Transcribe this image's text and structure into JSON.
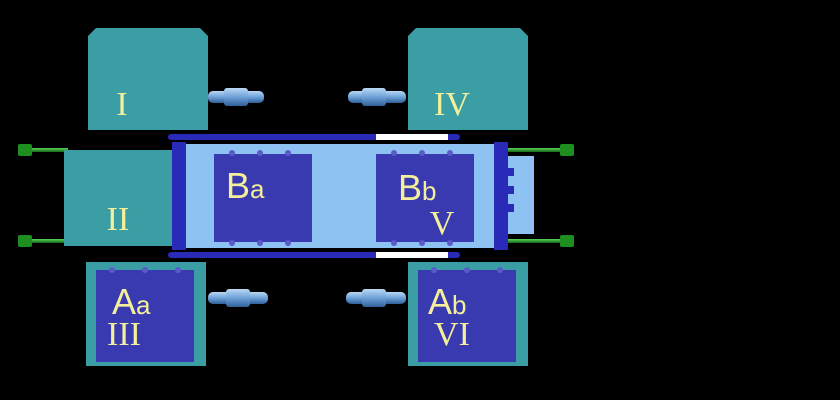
{
  "colors": {
    "background": "#000000",
    "station_teal": "#3a9ea4",
    "station_dark_teal": "#2c8a90",
    "label_yellow": "#f4ef9a",
    "module_blue": "#3a3ab0",
    "carriage_light_blue": "#8ec2f2",
    "frame_dark_blue": "#2a2ab8",
    "rail_green": "#22a022",
    "pin_light_blue": "#7aaee0",
    "white_bar": "#ffffff"
  },
  "stations": {
    "s1": {
      "label": "I"
    },
    "s2": {
      "label": "II"
    },
    "s3": {
      "label": "III"
    },
    "s4": {
      "label": "IV"
    },
    "s5": {
      "label": "V"
    },
    "s6": {
      "label": "VI"
    }
  },
  "modules": {
    "aa": {
      "main": "A",
      "sub": "a"
    },
    "ab": {
      "main": "A",
      "sub": "b"
    },
    "ba": {
      "main": "B",
      "sub": "a"
    },
    "bb": {
      "main": "B",
      "sub": "b"
    }
  },
  "icons": {
    "connector": "cylinder-pin-icon",
    "rail_end": "rail-end-cap-icon"
  }
}
